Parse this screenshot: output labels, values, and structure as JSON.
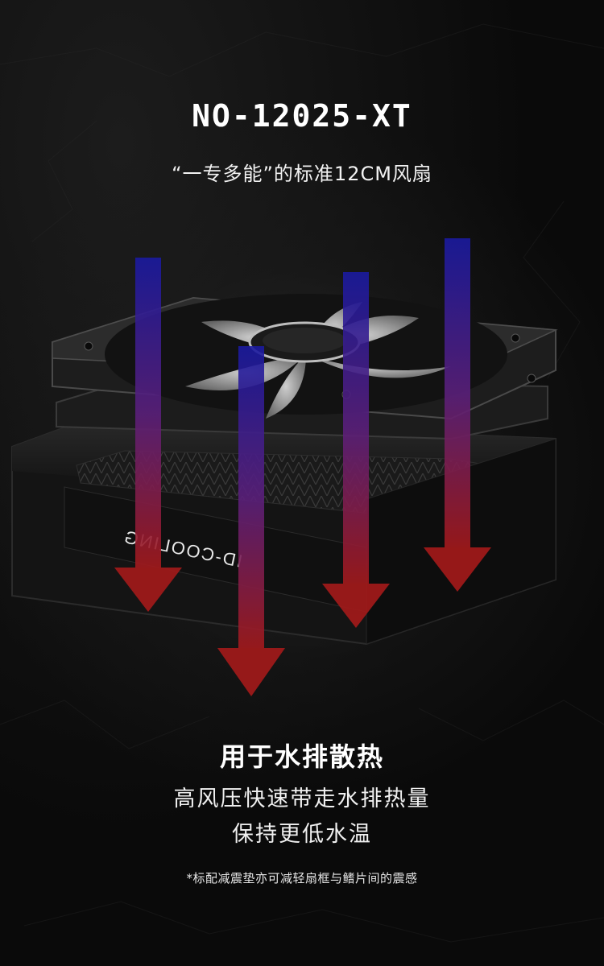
{
  "header": {
    "model": "NO-12025-XT",
    "subtitle": "“一专多能”的标准12CM风扇"
  },
  "product": {
    "brand_logo": "ID-COOLING",
    "fan_icon": "fan-icon",
    "radiator_icon": "radiator-icon",
    "airflow_in_color": "#1a1aa0",
    "airflow_out_color": "#a51a1a"
  },
  "feature": {
    "heading": "用于水排散热",
    "line1": "高风压快速带走水排热量",
    "line2": "保持更低水温",
    "footnote": "*标配减震垫亦可减轻扇框与鳍片间的震感"
  }
}
